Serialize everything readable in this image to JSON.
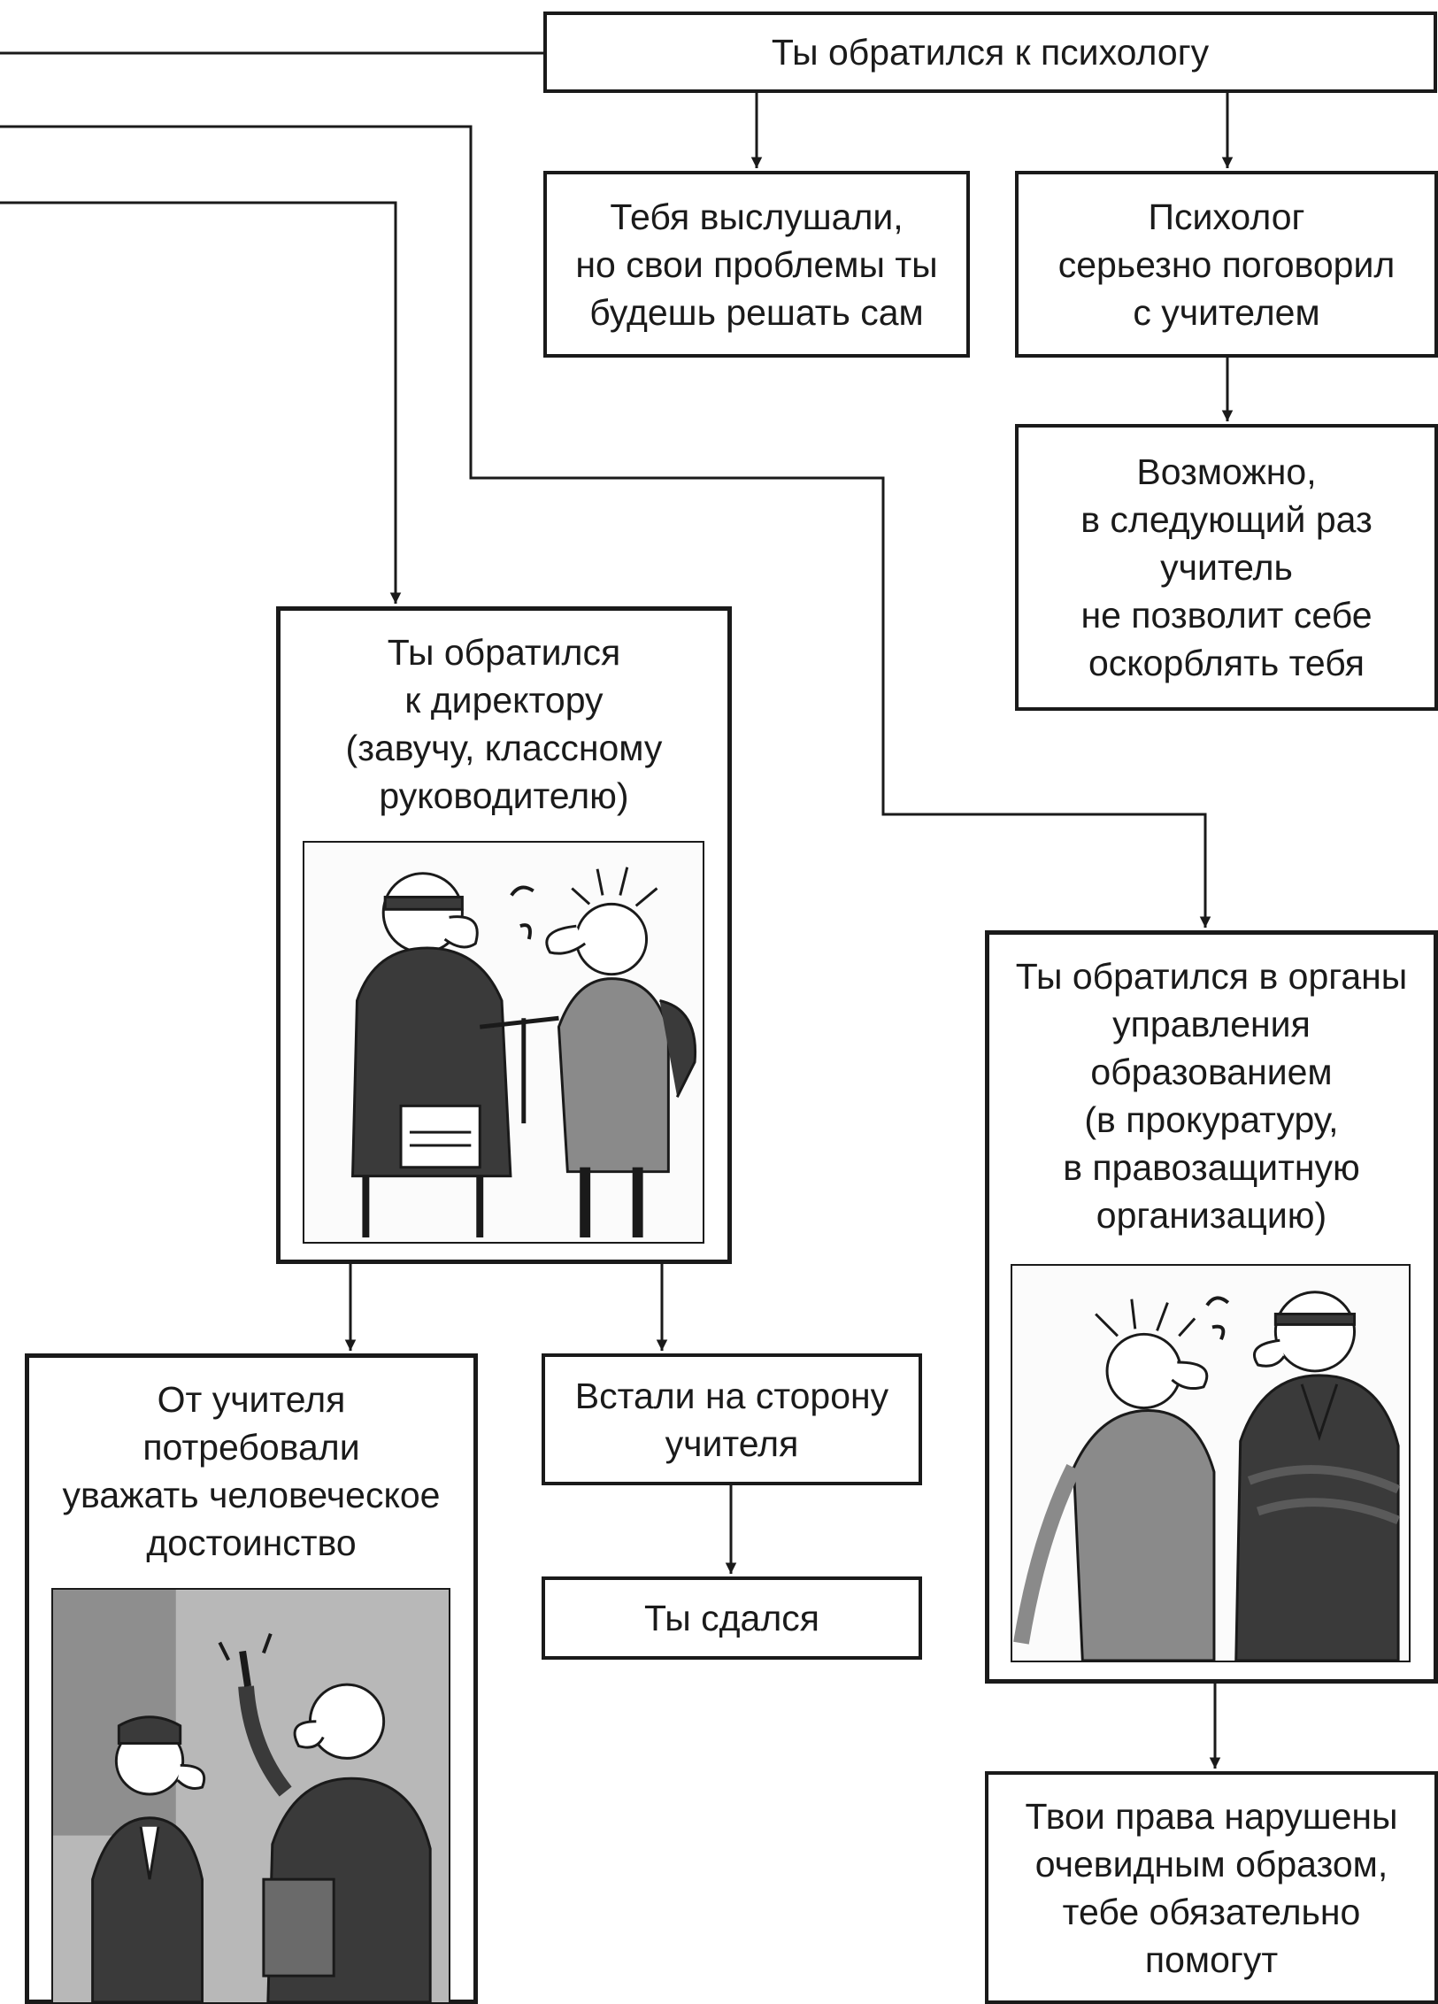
{
  "boxes": {
    "psychologist": "Ты обратился к психологу",
    "listened": "Тебя выслушали,\nно свои проблемы ты\nбудешь решать сам",
    "psych_talked": "Психолог\nсерьезно поговорил\nс учителем",
    "maybe_next": "Возможно,\nв следующий раз\nучитель\nне позволит себе\nоскорблять тебя",
    "director": "Ты обратился\nк директору\n(завучу, классному\nруководителю)",
    "authorities": "Ты обратился в органы\nуправления\nобразованием\n(в прокуратуру,\nв правозащитную\nорганизацию)",
    "demanded": "От учителя\nпотребовали\nуважать человеческое\nдостоинство",
    "sided": "Встали на сторону\nучителя",
    "gave_up": "Ты сдался",
    "rights_violated": "Твои права нарушены\nочевидным образом,\nтебе обязательно\nпомогут"
  },
  "colors": {
    "ink": "#1a1a1a",
    "paper": "#ffffff",
    "shade": "#3a3a3a"
  },
  "icons": {
    "arrowhead": "down-arrow-icon"
  }
}
